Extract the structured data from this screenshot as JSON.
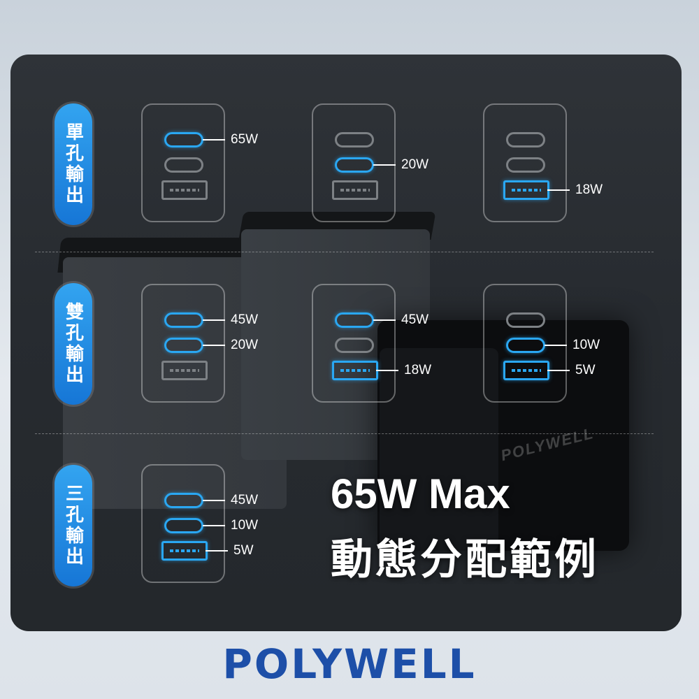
{
  "rows": [
    {
      "label": "單孔輸出",
      "cards": [
        {
          "ports": [
            {
              "kind": "c",
              "active": true,
              "watt": "65W"
            },
            {
              "kind": "c",
              "active": false,
              "watt": ""
            },
            {
              "kind": "a",
              "active": false,
              "watt": ""
            }
          ]
        },
        {
          "ports": [
            {
              "kind": "c",
              "active": false,
              "watt": ""
            },
            {
              "kind": "c",
              "active": true,
              "watt": "20W"
            },
            {
              "kind": "a",
              "active": false,
              "watt": ""
            }
          ]
        },
        {
          "ports": [
            {
              "kind": "c",
              "active": false,
              "watt": ""
            },
            {
              "kind": "c",
              "active": false,
              "watt": ""
            },
            {
              "kind": "a",
              "active": true,
              "watt": "18W"
            }
          ]
        }
      ]
    },
    {
      "label": "雙孔輸出",
      "cards": [
        {
          "ports": [
            {
              "kind": "c",
              "active": true,
              "watt": "45W"
            },
            {
              "kind": "c",
              "active": true,
              "watt": "20W"
            },
            {
              "kind": "a",
              "active": false,
              "watt": ""
            }
          ]
        },
        {
          "ports": [
            {
              "kind": "c",
              "active": true,
              "watt": "45W"
            },
            {
              "kind": "c",
              "active": false,
              "watt": ""
            },
            {
              "kind": "a",
              "active": true,
              "watt": "18W"
            }
          ]
        },
        {
          "ports": [
            {
              "kind": "c",
              "active": false,
              "watt": ""
            },
            {
              "kind": "c",
              "active": true,
              "watt": "10W"
            },
            {
              "kind": "a",
              "active": true,
              "watt": "5W"
            }
          ]
        }
      ]
    },
    {
      "label": "三孔輸出",
      "cards": [
        {
          "ports": [
            {
              "kind": "c",
              "active": true,
              "watt": "45W"
            },
            {
              "kind": "c",
              "active": true,
              "watt": "10W"
            },
            {
              "kind": "a",
              "active": true,
              "watt": "5W"
            }
          ]
        }
      ]
    }
  ],
  "headline": "65W Max",
  "subheadline": "動態分配範例",
  "device_brand": "POLYWELL",
  "logo": "POLYWELL",
  "colors": {
    "accent": "#2aa7f2",
    "label_bg": "#1a7fdc",
    "logo": "#1d4fa8",
    "inactive_port": "#7d8185"
  }
}
